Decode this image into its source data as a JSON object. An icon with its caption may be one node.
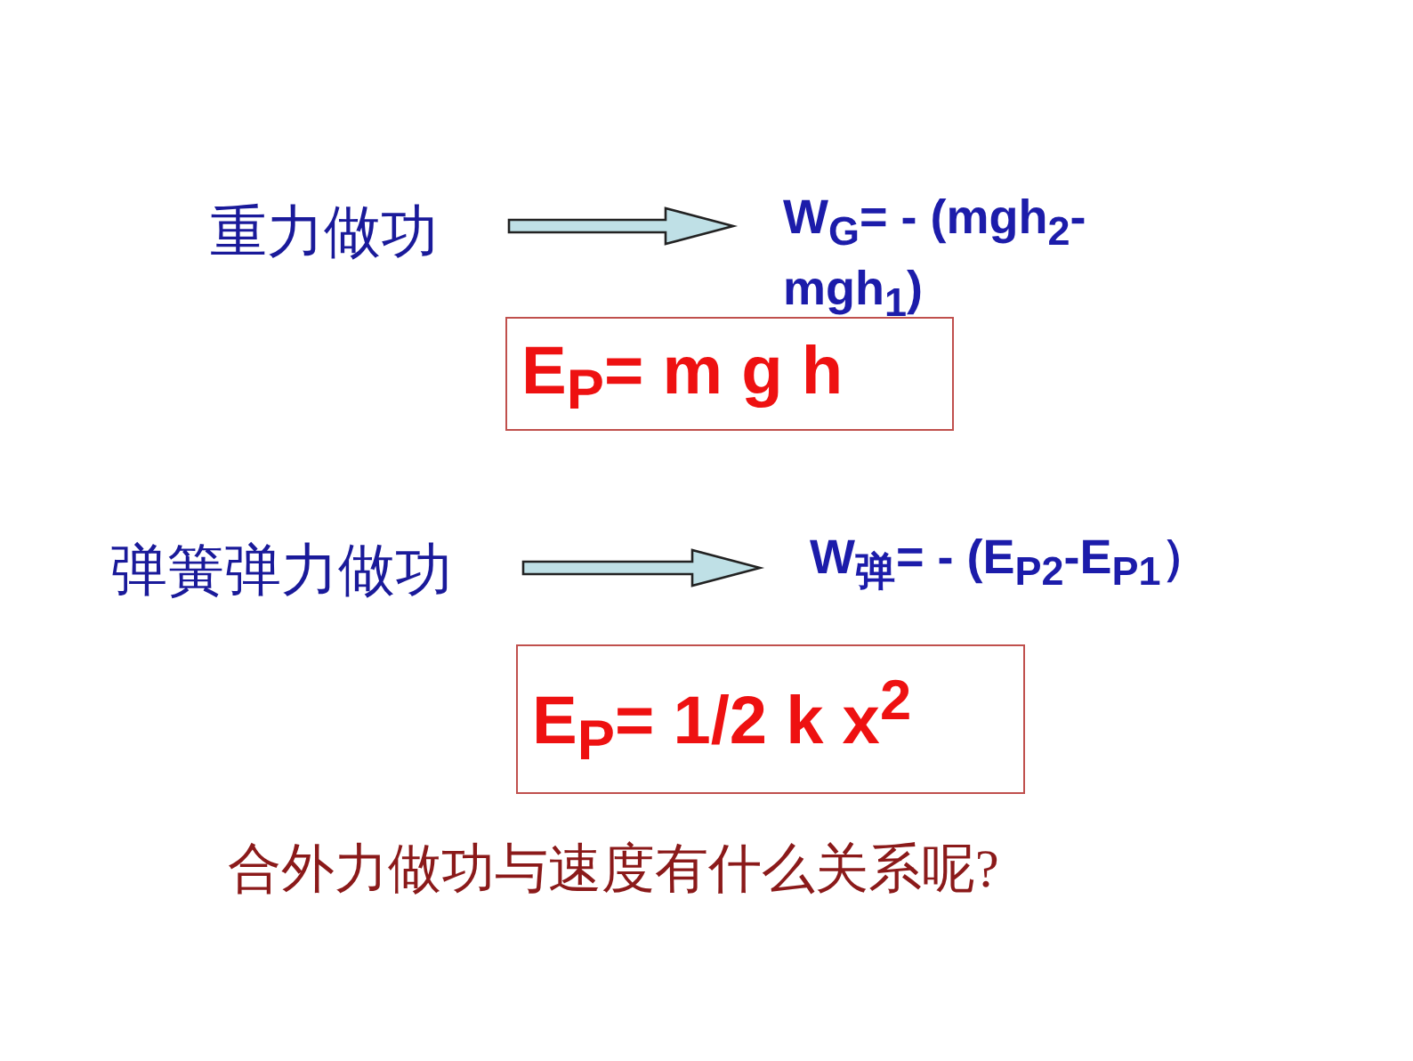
{
  "diagram": {
    "nodes": [
      {
        "text": [
          "重力做功"
        ]
      },
      {
        "text": [
          "W$_{G}$= - (mgh$_{2}$-mgh$_{1}$)"
        ]
      },
      {
        "text": [
          "E$_{P}$= m g h"
        ]
      },
      {
        "text": [
          "弹簧弹力做功"
        ]
      },
      {
        "text": [
          "W$_{弹}$= - (E$_{P2}$-E$_{P1}$）"
        ]
      },
      {
        "text": [
          "E$_{P}$= 1/2   k x$^{2}$"
        ]
      }
    ],
    "edges": [
      {
        "from": 0,
        "to": 1,
        "arrow": "to"
      },
      {
        "from": 3,
        "to": 4,
        "arrow": "to"
      }
    ],
    "labels": [
      "合外力做功与速度有什么关系呢?"
    ]
  }
}
